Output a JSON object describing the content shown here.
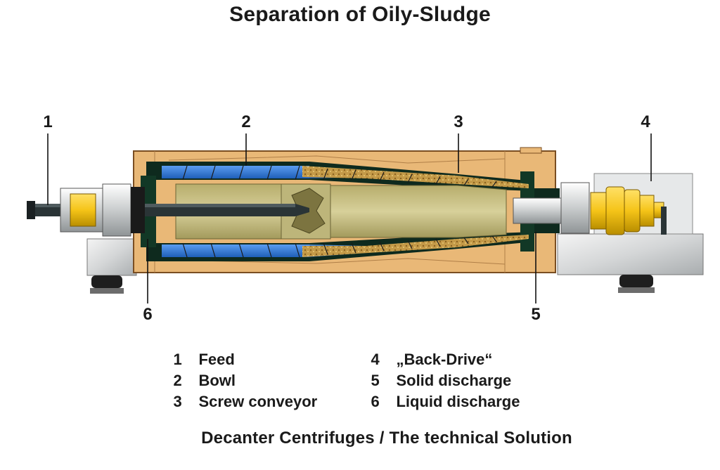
{
  "title": "Separation of Oily-Sludge",
  "subtitle": "Decanter Centrifuges / The technical Solution",
  "callouts": [
    "1",
    "2",
    "3",
    "4",
    "5",
    "6"
  ],
  "legend": {
    "left": [
      {
        "num": "1",
        "label": "Feed"
      },
      {
        "num": "2",
        "label": "Bowl"
      },
      {
        "num": "3",
        "label": "Screw conveyor"
      }
    ],
    "right": [
      {
        "num": "4",
        "label": "„Back-Drive“"
      },
      {
        "num": "5",
        "label": "Solid discharge"
      },
      {
        "num": "6",
        "label": "Liquid discharge"
      }
    ]
  },
  "colors": {
    "housing": "#e8b878",
    "housing_edge": "#8a5a2a",
    "bowl_dark": "#0e2a1e",
    "liquid": "#3a7fd8",
    "solids": "#c8a050",
    "conveyor": "#c9c28a",
    "feed_tube": "#2a3436",
    "drive": "#f5c418",
    "steel": "#d8dadb"
  }
}
